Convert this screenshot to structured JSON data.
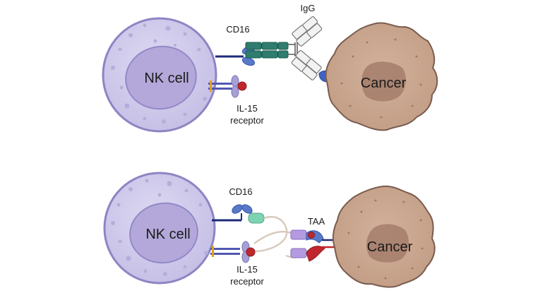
{
  "top_panel": {
    "nk_label": "NK cell",
    "cancer_label": "Cancer",
    "cd16_label": "CD16",
    "igg_label": "IgG",
    "il15_label_line1": "IL-15",
    "il15_label_line2": "receptor"
  },
  "bottom_panel": {
    "nk_label": "NK cell",
    "cancer_label": "Cancer",
    "cd16_label": "CD16",
    "taa_label": "TAA",
    "il15_label_line1": "IL-15",
    "il15_label_line2": "receptor"
  },
  "colors": {
    "nk_cell_fill": "#cdc8ea",
    "nk_nucleus_fill": "#b3a8d9",
    "cell_outline": "#8e84c4",
    "cancer_fill": "#c9a68f",
    "cancer_nucleus": "#a47c6b",
    "antibody_teal": "#2e7d6e",
    "cd16_blue": "#5878c8",
    "il15_red": "#c0272d"
  }
}
